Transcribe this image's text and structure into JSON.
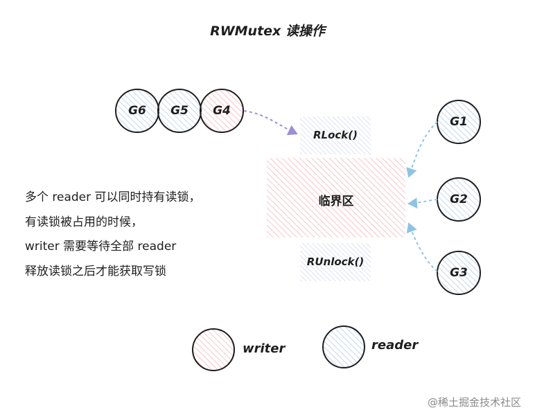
{
  "title": "RWMutex 读操作",
  "colors": {
    "writer": "#f3c2c6",
    "reader": "#bcd9ea",
    "critical": "#f9cfd3",
    "lock_box": "#d6dcf0",
    "stroke": "#1e1e1e",
    "writer_arrow": "#9b8fd6",
    "reader_arrow": "#8fc3e3"
  },
  "writer_goroutines": [
    {
      "label": "G6",
      "role": "reader"
    },
    {
      "label": "G5",
      "role": "reader"
    },
    {
      "label": "G4",
      "role": "writer"
    }
  ],
  "reader_goroutines": [
    {
      "label": "G1",
      "role": "reader"
    },
    {
      "label": "G2",
      "role": "reader"
    },
    {
      "label": "G3",
      "role": "reader"
    }
  ],
  "rlock_label": "RLock()",
  "critical_label": "临界区",
  "runlock_label": "RUnlock()",
  "note_lines": [
    "多个 reader 可以同时持有读锁，",
    "有读锁被占用的时候，",
    "writer 需要等待全部 reader",
    "释放读锁之后才能获取写锁"
  ],
  "legend": [
    {
      "label": "writer",
      "role": "writer"
    },
    {
      "label": "reader",
      "role": "reader"
    }
  ],
  "watermark": "@稀土掘金技术社区"
}
